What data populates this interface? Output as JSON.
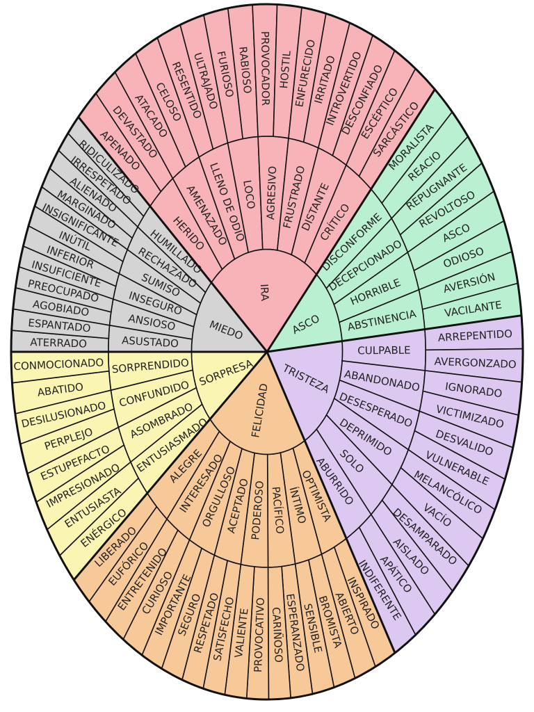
{
  "wheel": {
    "center_label": "",
    "colors": {
      "ira": "#f7b3b8",
      "asco": "#b9f0d2",
      "tristeza": "#ddc8f2",
      "felicidad": "#f8c998",
      "sorpresa": "#fbf5b4",
      "miedo": "#d4d4d4",
      "outline": "#111111"
    },
    "groups": [
      {
        "key": "ira",
        "core": "IRA",
        "mid": [
          {
            "label": "HERIDO",
            "outer": [
              "APENADO",
              "DEVASTADO"
            ]
          },
          {
            "label": "AMENAZADO",
            "outer": [
              "ATACADO",
              "CELOSO"
            ]
          },
          {
            "label": "LLENO DE ODIO",
            "outer": [
              "RESENTIDO",
              "ULTRAJADO"
            ]
          },
          {
            "label": "LOCO",
            "outer": [
              "FURIOSO",
              "RABIOSO"
            ]
          },
          {
            "label": "AGRESIVO",
            "outer": [
              "PROVOCADOR",
              "HOSTIL"
            ]
          },
          {
            "label": "FRUSTRADO",
            "outer": [
              "ENFURECIDO",
              "IRRITADO"
            ]
          },
          {
            "label": "DISTANTE",
            "outer": [
              "INTROVERTIDO",
              "DESCONFIADO"
            ]
          },
          {
            "label": "CRÍTICO",
            "outer": [
              "ESCÉPTICO",
              "SARCÁSTICO"
            ]
          }
        ]
      },
      {
        "key": "asco",
        "core": "ASCO",
        "mid": [
          {
            "label": "DISCONFORME",
            "outer": [
              "MORALISTA",
              "REACIO"
            ]
          },
          {
            "label": "DECEPCIONADO",
            "outer": [
              "REPUGNANTE",
              "REVOLTOSO"
            ]
          },
          {
            "label": "HORRIBLE",
            "outer": [
              "ASCO",
              "ODIOSO"
            ]
          },
          {
            "label": "ABSTINENCIA",
            "outer": [
              "AVERSIÓN",
              "VACILANTE"
            ]
          }
        ]
      },
      {
        "key": "tristeza",
        "core": "TRISTEZA",
        "mid": [
          {
            "label": "CULPABLE",
            "outer": [
              "ARREPENTIDO",
              "AVERGONZADO"
            ]
          },
          {
            "label": "ABANDONADO",
            "outer": [
              "IGNORADO",
              "VICTIMIZADO"
            ]
          },
          {
            "label": "DESESPERADO",
            "outer": [
              "DESVALIDO",
              "VULNERABLE"
            ]
          },
          {
            "label": "DEPRIMIDO",
            "outer": [
              "MELANCÓLICO",
              "VACÍO"
            ]
          },
          {
            "label": "SOLO",
            "outer": [
              "DESAMPARADO",
              "AISLADO"
            ]
          },
          {
            "label": "ABURRIDO",
            "outer": [
              "APÁTICO",
              "INDIFERENTE"
            ]
          }
        ]
      },
      {
        "key": "felicidad",
        "core": "FELICIDAD",
        "mid": [
          {
            "label": "OPTIMISTA",
            "outer": [
              "INSPIRADO",
              "ABIERTO"
            ]
          },
          {
            "label": "ÍNTIMO",
            "outer": [
              "BROMISTA",
              "SENSIBLE"
            ]
          },
          {
            "label": "PACÍFICO",
            "outer": [
              "ESPERANZADO",
              "CARIÑOSO"
            ]
          },
          {
            "label": "PODEROSO",
            "outer": [
              "PROVOCATIVO",
              "VALIENTE"
            ]
          },
          {
            "label": "ACEPTADO",
            "outer": [
              "SATISFECHO",
              "RESPETADO"
            ]
          },
          {
            "label": "ORGULLOSO",
            "outer": [
              "SEGURO",
              "IMPORTANTE"
            ]
          },
          {
            "label": "INTERESADO",
            "outer": [
              "CURIOSO",
              "ENTRETENIDO"
            ]
          },
          {
            "label": "ALEGRE",
            "outer": [
              "EUFÓRICO",
              "LIBERADO"
            ]
          }
        ]
      },
      {
        "key": "sorpresa",
        "core": "SORPRESA",
        "mid": [
          {
            "label": "ENTUSIASMADO",
            "outer": [
              "ENÉRGICO",
              "ENTUSIASTA"
            ]
          },
          {
            "label": "ASOMBRADO",
            "outer": [
              "IMPRESIONADO",
              "ESTUPEFACTO"
            ]
          },
          {
            "label": "CONFUNDIDO",
            "outer": [
              "PERPLEJO",
              "DESILUSIONADO"
            ]
          },
          {
            "label": "SORPRENDIDO",
            "outer": [
              "ABATIDO",
              "CONMOCIONADO"
            ]
          }
        ]
      },
      {
        "key": "miedo",
        "core": "MIEDO",
        "mid": [
          {
            "label": "ASUSTADO",
            "outer": [
              "ATERRADO",
              "ESPANTADO"
            ]
          },
          {
            "label": "ANSIOSO",
            "outer": [
              "AGOBIADO",
              "PREOCUPADO"
            ]
          },
          {
            "label": "INSEGURO",
            "outer": [
              "INSUFICIENTE",
              "INFERIOR"
            ]
          },
          {
            "label": "SUMISO",
            "outer": [
              "INÚTIL",
              "INSIGNIFICANTE"
            ]
          },
          {
            "label": "RECHAZADO",
            "outer": [
              "MARGINADO",
              "ALIENADO"
            ]
          },
          {
            "label": "HUMILLADO",
            "outer": [
              "IRRESPETADO",
              "RIDICULIZADO"
            ]
          }
        ]
      }
    ]
  }
}
